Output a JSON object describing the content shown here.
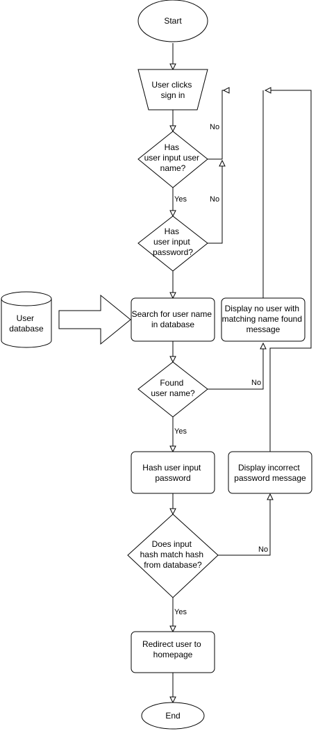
{
  "nodes": {
    "start": [
      "Start"
    ],
    "user_clicks": [
      "User clicks",
      "sign in"
    ],
    "has_username": [
      "Has",
      "user input user",
      "name?"
    ],
    "has_password": [
      "Has",
      "user input",
      "password?"
    ],
    "user_database": [
      "User",
      "database"
    ],
    "search_user": [
      "Search for user name",
      "in database"
    ],
    "display_no_user": [
      "Display no user with",
      "matching name found",
      "message"
    ],
    "found_user": [
      "Found",
      "user name?"
    ],
    "hash_password": [
      "Hash user input",
      "password"
    ],
    "display_incorrect": [
      "Display incorrect",
      "password message"
    ],
    "hash_match": [
      "Does input",
      "hash match hash",
      "from database?"
    ],
    "redirect": [
      "Redirect user to",
      "homepage"
    ],
    "end": [
      "End"
    ]
  },
  "labels": {
    "no_1": "No",
    "yes_1": "Yes",
    "no_2": "No",
    "no_3": "No",
    "yes_2": "Yes",
    "no_4": "No",
    "yes_3": "Yes"
  },
  "colors": {
    "stroke": "#000000",
    "fill": "#ffffff"
  }
}
